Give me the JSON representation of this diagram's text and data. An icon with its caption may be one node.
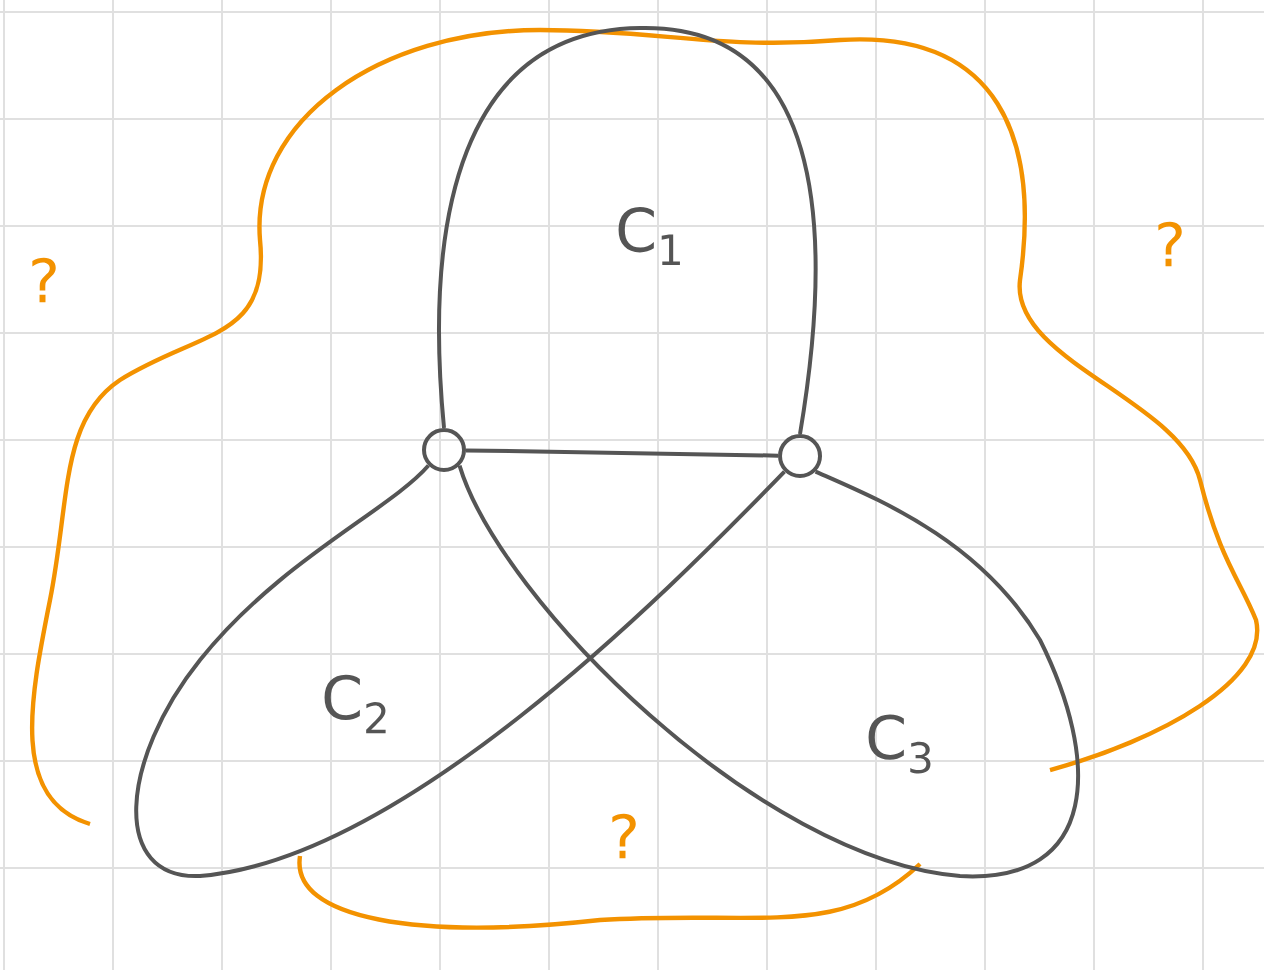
{
  "diagram": {
    "nodes": [
      {
        "text": [],
        "shape": "circle"
      },
      {
        "text": [],
        "shape": "circle"
      }
    ],
    "edges": [
      {
        "from": 0,
        "to": 1,
        "arrow": "none"
      },
      {
        "from": 0,
        "to": 1,
        "arrow": "none"
      },
      {
        "from": 1,
        "to": 0,
        "arrow": "none"
      },
      {
        "from": 0,
        "to": 1,
        "arrow": "none"
      }
    ],
    "labels": [
      "?",
      "C$_{1}$",
      "?",
      "C$_{2}$",
      "C$_{3}$",
      "?"
    ]
  }
}
